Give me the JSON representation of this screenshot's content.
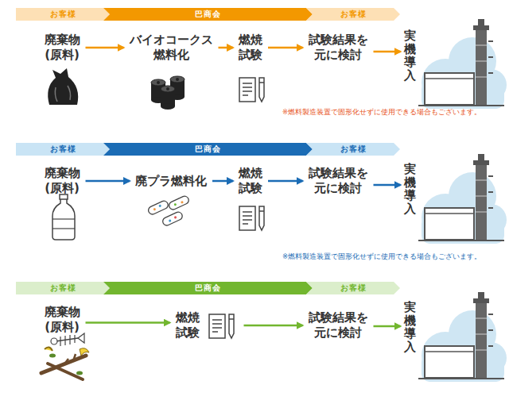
{
  "diagram": {
    "nodes": [
      {
        "text": [
          "お客様"
        ]
      },
      {
        "text": [
          "巴商会"
        ]
      },
      {
        "text": [
          "お客様"
        ]
      },
      {
        "text": [
          "廃棄物 (原料)"
        ]
      },
      {
        "text": [
          "バイオコークス 燃料化"
        ]
      },
      {
        "text": [
          "燃焼 試験"
        ]
      },
      {
        "text": [
          "試験結果を 元に検討"
        ]
      },
      {
        "text": [
          "実機導入"
        ]
      },
      {
        "text": [
          "お客様"
        ]
      },
      {
        "text": [
          "巴商会"
        ]
      },
      {
        "text": [
          "お客様"
        ]
      },
      {
        "text": [
          "廃棄物 (原料)"
        ]
      },
      {
        "text": [
          "廃プラ燃料化"
        ]
      },
      {
        "text": [
          "燃焼 試験"
        ]
      },
      {
        "text": [
          "試験結果を 元に検討"
        ]
      },
      {
        "text": [
          "実機導入"
        ]
      },
      {
        "text": [
          "お客様"
        ]
      },
      {
        "text": [
          "巴商会"
        ]
      },
      {
        "text": [
          "お客様"
        ]
      },
      {
        "text": [
          "廃棄物 (原料)"
        ]
      },
      {
        "text": [
          "燃焼 試験"
        ]
      },
      {
        "text": [
          "試験結果を 元に検討"
        ]
      },
      {
        "text": [
          "実機導入"
        ]
      }
    ],
    "edges": [
      {
        "from": 3,
        "to": 4,
        "arrow": "to"
      },
      {
        "from": 4,
        "to": 5,
        "arrow": "to"
      },
      {
        "from": 5,
        "to": 6,
        "arrow": "to"
      },
      {
        "from": 6,
        "to": 7,
        "arrow": "to"
      },
      {
        "from": 11,
        "to": 12,
        "arrow": "to"
      },
      {
        "from": 12,
        "to": 13,
        "arrow": "to"
      },
      {
        "from": 13,
        "to": 14,
        "arrow": "to"
      },
      {
        "from": 14,
        "to": 15,
        "arrow": "to"
      },
      {
        "from": 19,
        "to": 20,
        "arrow": "to"
      },
      {
        "from": 20,
        "to": 21,
        "arrow": "to"
      },
      {
        "from": 21,
        "to": 22,
        "arrow": "to"
      }
    ],
    "labels": [
      "※燃料製造装置で固形化せずに使用できる場合もございます。",
      "※燃料製造装置で固形化せずに使用できる場合もございます。"
    ]
  }
}
